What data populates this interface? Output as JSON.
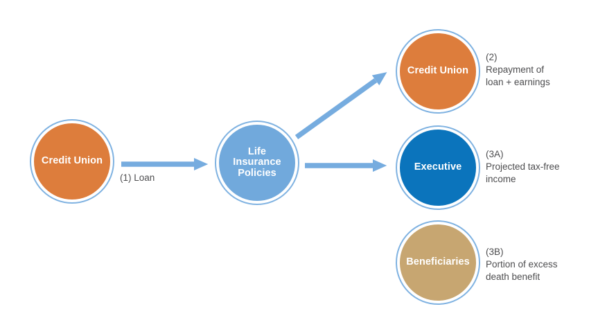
{
  "diagram": {
    "nodes": {
      "source": {
        "label": "Credit Union"
      },
      "center": {
        "label": "Life\nInsurance\nPolicies"
      },
      "top_right": {
        "label": "Credit Union"
      },
      "mid_right": {
        "label": "Executive"
      },
      "bottom_right": {
        "label": "Beneficiaries"
      }
    },
    "edges": {
      "loan": {
        "label": "(1) Loan"
      }
    },
    "annotations": {
      "repayment": {
        "text": "(2)\nRepayment of\nloan + earnings"
      },
      "income": {
        "text": "(3A)\nProjected tax-free\nincome"
      },
      "death_benefit": {
        "text": "(3B)\nPortion of excess\ndeath benefit"
      }
    },
    "colors": {
      "orange": "#DD7D3C",
      "policy_blue": "#71A9DC",
      "executive_blue": "#0B74BC",
      "beneficiary_tan": "#C7A671",
      "ring_blue": "#7FB2E1",
      "arrow_blue": "#76ACDF",
      "annotation_gray": "#4D4D4F",
      "node_text": "#FFFFFF"
    }
  }
}
